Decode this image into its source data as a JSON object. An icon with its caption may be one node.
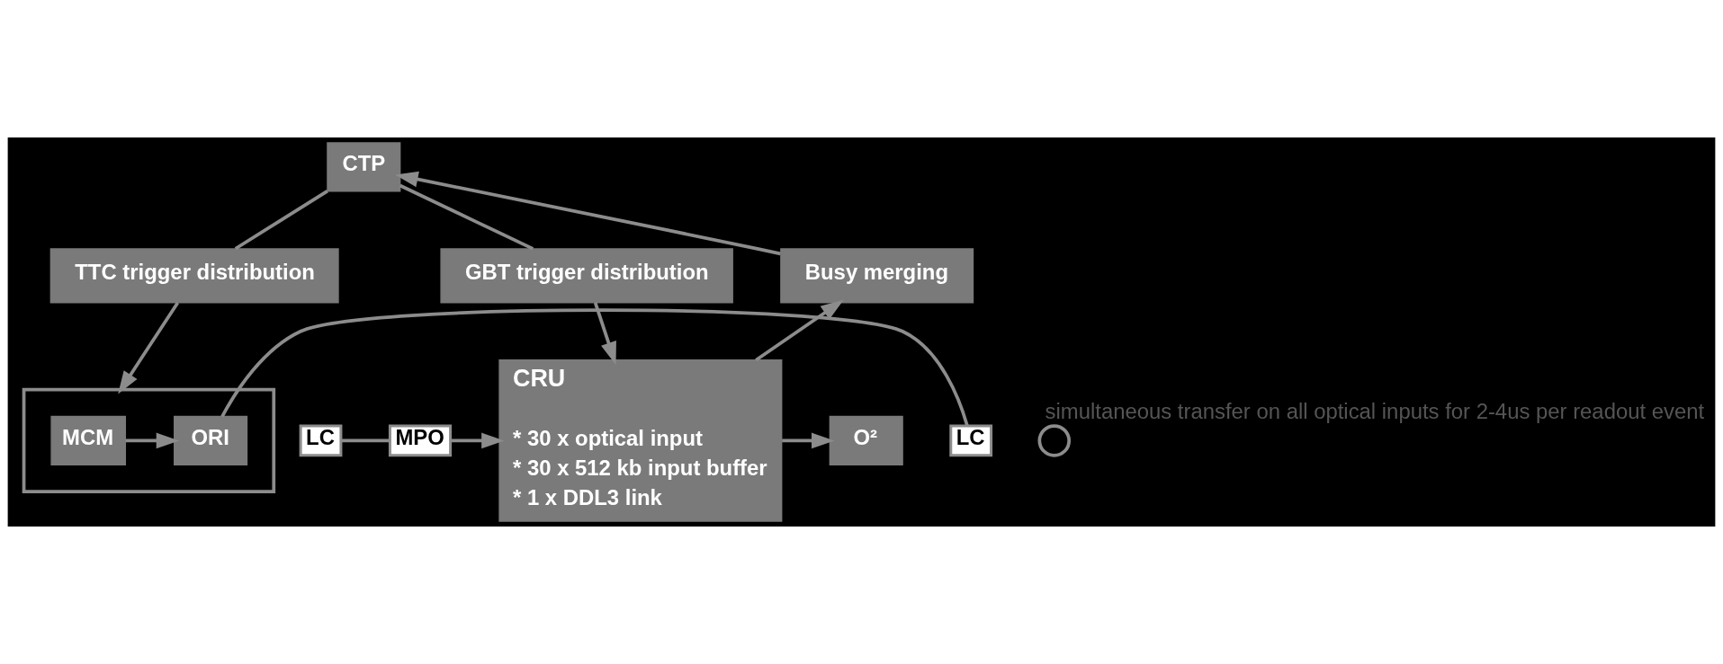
{
  "diagram": {
    "nodes": [
      {
        "text": [
          "CTP"
        ]
      },
      {
        "text": [
          "TTC trigger distribution"
        ]
      },
      {
        "text": [
          "GBT trigger distribution"
        ]
      },
      {
        "text": [
          "Busy merging"
        ]
      },
      {
        "text": [],
        "shape": "box"
      },
      {
        "text": [
          "MCM"
        ],
        "in": 4
      },
      {
        "text": [
          "ORI"
        ],
        "in": 4
      },
      {
        "text": [
          "LC"
        ]
      },
      {
        "text": [
          "LC"
        ]
      },
      {
        "text": [
          "MPO"
        ]
      },
      {
        "text": [],
        "shape": "circle",
        "beside": [
          "simultaneous transfer on all optical inputs for 2-4us per readout event"
        ]
      },
      {
        "text": [
          "CRU",
          "* 30 x optical input",
          "* 30 x 512 kb input buffer",
          "* 1 x DDL3 link"
        ]
      },
      {
        "text": [
          "O²"
        ]
      }
    ],
    "edges": [
      {
        "from": 0,
        "to": 1,
        "arrow": "none"
      },
      {
        "from": 0,
        "to": 2,
        "arrow": "none"
      },
      {
        "from": 1,
        "to": 4,
        "arrow": "to"
      },
      {
        "from": 2,
        "to": 11,
        "arrow": "to"
      },
      {
        "from": 11,
        "to": 3,
        "arrow": "to"
      },
      {
        "from": 3,
        "to": 0,
        "arrow": "to"
      },
      {
        "from": 5,
        "to": 6,
        "arrow": "to"
      },
      {
        "from": 6,
        "to": 7,
        "arrow": "none"
      },
      {
        "from": 8,
        "to": 9,
        "arrow": "none"
      },
      {
        "from": 9,
        "to": 11,
        "arrow": "to"
      },
      {
        "from": 11,
        "to": 12,
        "arrow": "to"
      }
    ]
  }
}
